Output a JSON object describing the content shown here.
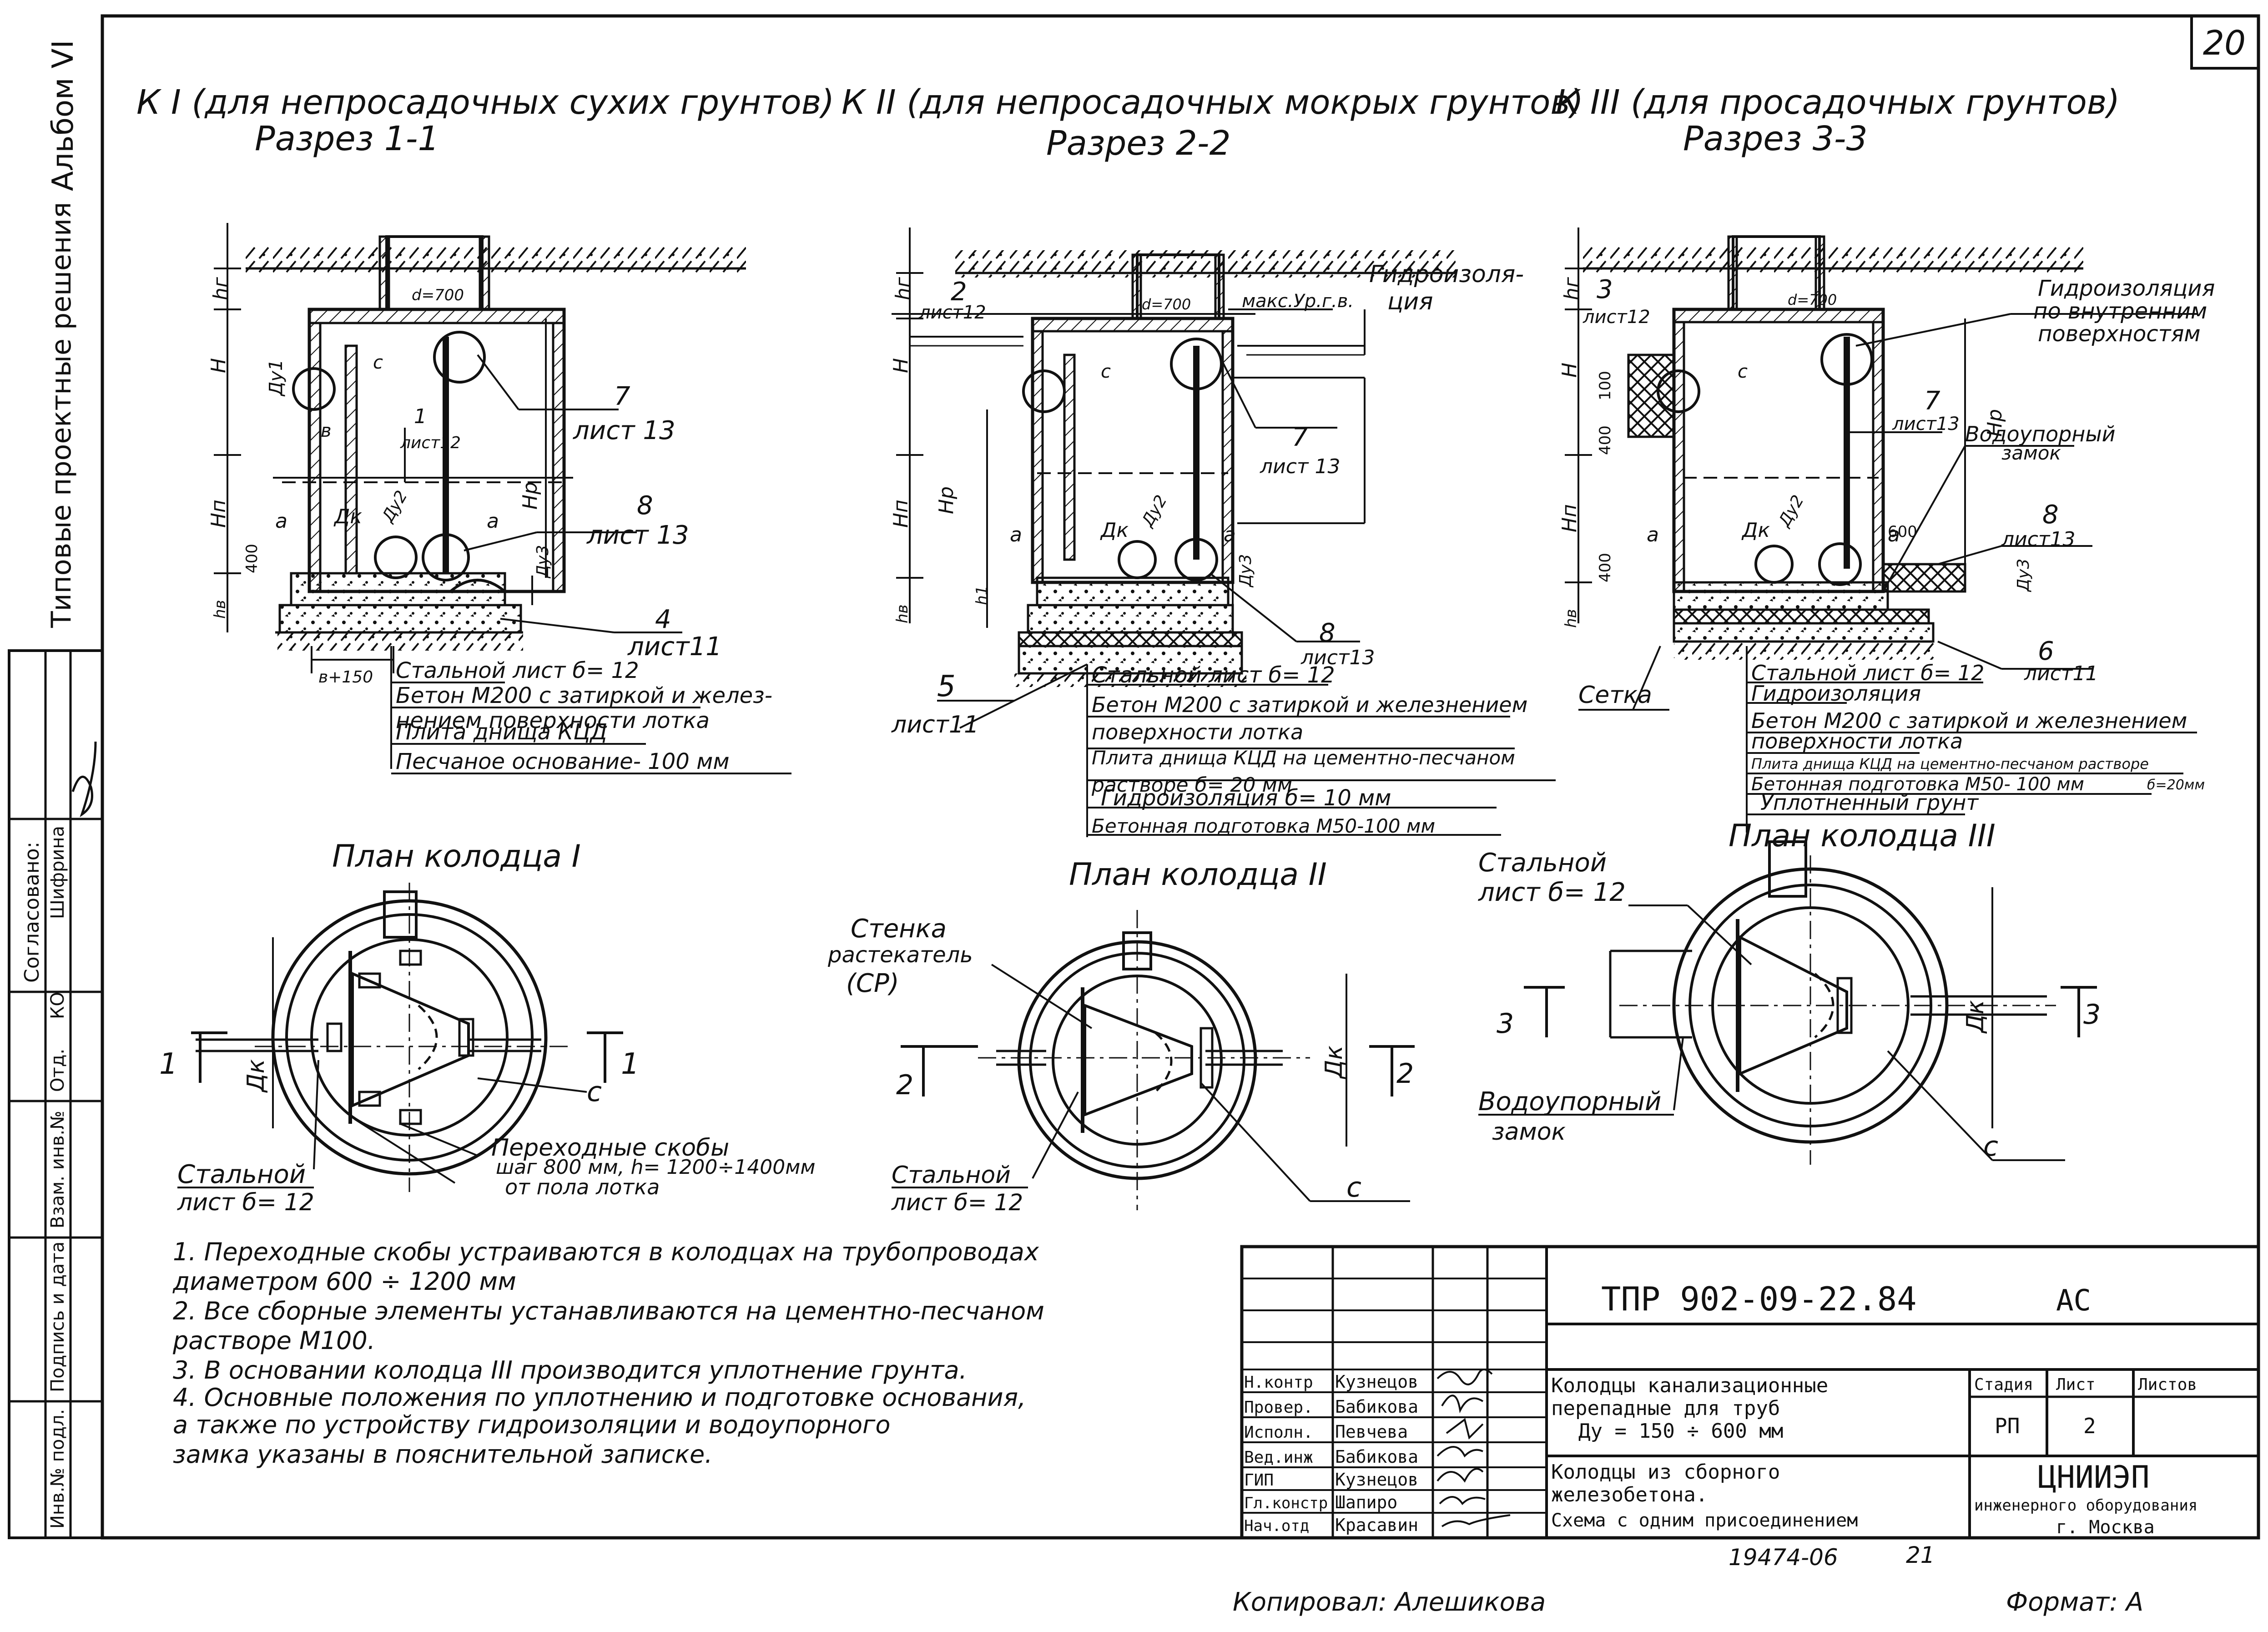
{
  "sheet": {
    "number": "20",
    "album": "Альбом VI",
    "series_title": "Типовые проектные решения",
    "format": "Формат: А",
    "copied_by": "Копировал: Алешикова",
    "doc_number": "19474-06",
    "doc_page": "21"
  },
  "sections": [
    {
      "title": "К I (для непросадочных сухих грунтов)",
      "cut": "Разрез 1-1"
    },
    {
      "title": "К II (для непросадочных мокрых грунтов)",
      "cut": "Разрез 2-2"
    },
    {
      "title": "К III (для просадочных грунтов)",
      "cut": "Разрез 3-3"
    }
  ],
  "section1_labels": {
    "hr": "hг",
    "H": "H",
    "Hn": "Нп",
    "Hp": "Нр",
    "du1": "Ду1",
    "du2": "Ду2",
    "du3": "Ду3",
    "dk": "Дк",
    "d700": "d=700",
    "c": "с",
    "a": "а",
    "b": "в",
    "h400": "400",
    "hb": "hв",
    "b150": "в+150",
    "ref1": "1",
    "ref1_sheet": "лист12",
    "ref7": "7",
    "ref7_sheet": "лист 13",
    "ref8": "8",
    "ref8_sheet": "лист 13",
    "ref4": "4",
    "ref4_sheet": "лист11",
    "notes": [
      "Стальной лист б= 12",
      "Бетон М200 с затиркой и желез-",
      "нением поверхности лотка",
      "Плита днища КЦД",
      "Песчаное основание- 100 мм"
    ]
  },
  "section2_labels": {
    "ref2": "2",
    "ref2_sheet": "лист12",
    "max_level": "макс.Ур.г.в.",
    "waterproof": "Гидроизоля-",
    "waterproof2": "ция",
    "ref7": "7",
    "ref7_sheet": "лист 13",
    "ref8": "8",
    "ref8_sheet": "лист13",
    "ref5": "5",
    "ref5_sheet": "лист11",
    "h1": "h1",
    "notes": [
      "Стальной лист б= 12",
      "Бетон М200 с затиркой и железнением",
      "поверхности лотка",
      "Плита днища КЦД на цементно-песчаном",
      "растворе б= 20 мм",
      "Гидроизоляция б= 10 мм",
      "Бетонная подготовка М50-100 мм"
    ]
  },
  "section3_labels": {
    "ref3": "3",
    "ref3_sheet": "лист12",
    "waterproof_inner": [
      "Гидроизоляция",
      "по внутренним",
      "поверхностям"
    ],
    "ref7": "7",
    "ref7_sheet": "лист13",
    "lock": "Водоупорный",
    "lock2": "замок",
    "h100": "100",
    "h600": "600",
    "ref8": "8",
    "ref8_sheet": "лист13",
    "ref6": "6",
    "ref6_sheet": "лист11",
    "mesh": "Сетка",
    "notes": [
      "Стальной лист б= 12",
      "Гидроизоляция",
      "Бетон М200 с затиркой и железнением",
      "поверхности лотка",
      "Плита днища КЦД на цементно-песчаном растворе",
      "Бетонная подготовка М50- 100 мм",
      "Уплотненный грунт"
    ],
    "note_small": "б=20мм"
  },
  "plans": [
    {
      "title": "План колодца I",
      "cut_left": "1",
      "cut_right": "1",
      "dk": "Дк",
      "c": "с"
    },
    {
      "title": "План колодца II",
      "cut_left": "2",
      "cut_right": "2",
      "dk": "Дк",
      "c": "с"
    },
    {
      "title": "План колодца III",
      "cut_left": "3",
      "cut_right": "3",
      "dk": "Дк",
      "c": "с"
    }
  ],
  "plan_labels": {
    "steel1": [
      "Стальной",
      "лист б= 12"
    ],
    "steps": [
      "Переходные скобы",
      "шаг 800 мм, h= 1200÷1400мм",
      "от пола лотка"
    ],
    "wall": [
      "Стенка",
      "растекатель",
      "(СР)"
    ],
    "steel2": [
      "Стальной",
      "лист б= 12"
    ],
    "steel3": [
      "Стальной",
      "лист б= 12"
    ],
    "lock": [
      "Водоупорный",
      "замок"
    ]
  },
  "general_notes": [
    "1. Переходные скобы устраиваются в колодцах на трубопроводах",
    "    диаметром   600 ÷ 1200 мм",
    "2. Все сборные элементы устанавливаются на цементно-песчаном",
    "    растворе М100.",
    "3. В основании колодца III производится уплотнение грунта.",
    "4. Основные положения по уплотнению и подготовке основания,",
    "    а также по устройству гидроизоляции и водоупорного",
    "    замка указаны в пояснительной записке."
  ],
  "side_stamp": {
    "agreed": "Согласовано:",
    "dept": "Отд.",
    "ko": "КО",
    "name": "Шифрина",
    "inv_vzam": "Взам. инв.№",
    "sign_date": "Подпись и дата",
    "inv_orig": "Инв.№ подл."
  },
  "title_block": {
    "code": "ТПР 902-09-22.84",
    "suffix": "АС",
    "staff": [
      {
        "role": "Н.контр",
        "name": "Кузнецов"
      },
      {
        "role": "Провер.",
        "name": "Бабикова"
      },
      {
        "role": "Исполн.",
        "name": "Певчева"
      },
      {
        "role": "Вед.инж",
        "name": "Бабикова"
      },
      {
        "role": "ГИП",
        "name": "Кузнецов"
      },
      {
        "role": "Гл.констр",
        "name": "Шапиро"
      },
      {
        "role": "Нач.отд",
        "name": "Красавин"
      }
    ],
    "project_name": [
      "Колодцы канализационные",
      "перепадные для труб",
      "Ду = 150 ÷ 600 мм"
    ],
    "sheet_name": [
      "Колодцы из сборного",
      "железобетона.",
      "Схема с одним присоединением"
    ],
    "stage_hdr": "Стадия",
    "sheet_hdr": "Лист",
    "sheets_hdr": "Листов",
    "stage": "РП",
    "sheet": "2",
    "org": [
      "ЦНИИЭП",
      "инженерного оборудования",
      "г. Москва"
    ]
  }
}
